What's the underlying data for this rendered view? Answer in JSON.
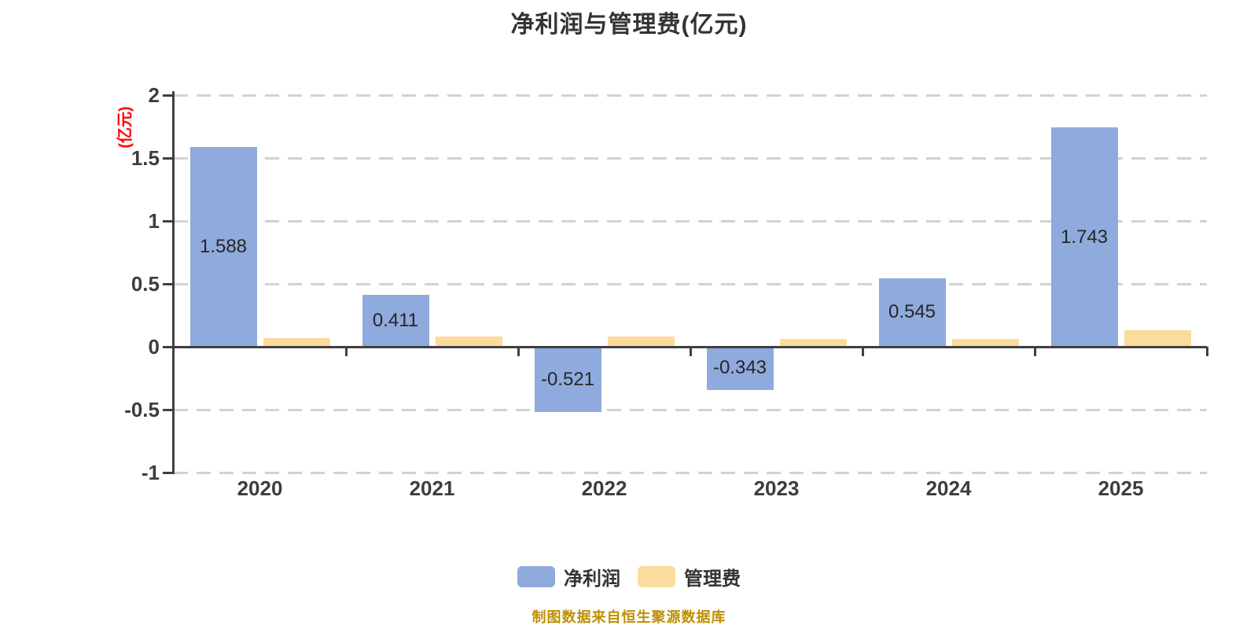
{
  "title": "净利润与管理费(亿元)",
  "y_axis": {
    "label": "(亿元)",
    "label_color": "#ff0000",
    "tick_labels": [
      "2",
      "1.5",
      "1",
      "0.5",
      "0",
      "-0.5",
      "-1"
    ]
  },
  "x_axis": {
    "tick_labels": [
      "2020",
      "2021",
      "2022",
      "2023",
      "2024",
      "2025"
    ]
  },
  "legend": {
    "items": [
      {
        "label": "净利润",
        "color": "#8faadc"
      },
      {
        "label": "管理费",
        "color": "#fcdc9c"
      }
    ]
  },
  "footer": {
    "text": "制图数据来自恒生聚源数据库",
    "color": "#bf8f00"
  },
  "colors": {
    "net_profit_bar": "#8faadc",
    "mgmt_fee_bar": "#fcdc9c",
    "axis": "#404040",
    "gridline": "#d2d2d2",
    "title_text": "#333333",
    "tick_text": "#3d3d3d",
    "bar_label_text": "#262626",
    "footer_text": "#bf8f00",
    "y_unit_label": "#ff0000"
  },
  "chart_data": {
    "type": "bar",
    "title": "净利润与管理费(亿元)",
    "categories": [
      "2020",
      "2021",
      "2022",
      "2023",
      "2024",
      "2025"
    ],
    "series": [
      {
        "name": "净利润",
        "color": "#8faadc",
        "values": [
          1.588,
          0.411,
          -0.521,
          -0.343,
          0.545,
          1.743
        ],
        "labels": [
          "1.588",
          "0.411",
          "-0.521",
          "-0.343",
          "0.545",
          "1.743"
        ]
      },
      {
        "name": "管理费",
        "color": "#fcdc9c",
        "values": [
          0.07,
          0.08,
          0.08,
          0.06,
          0.06,
          0.13
        ]
      }
    ],
    "xlabel": "",
    "ylabel": "(亿元)",
    "ylim": [
      -1,
      2
    ],
    "yticks": [
      2,
      1.5,
      1,
      0.5,
      0,
      -0.5,
      -1
    ],
    "grid": "horizontal-dashed",
    "legend_position": "bottom",
    "source_note": "制图数据来自恒生聚源数据库"
  }
}
